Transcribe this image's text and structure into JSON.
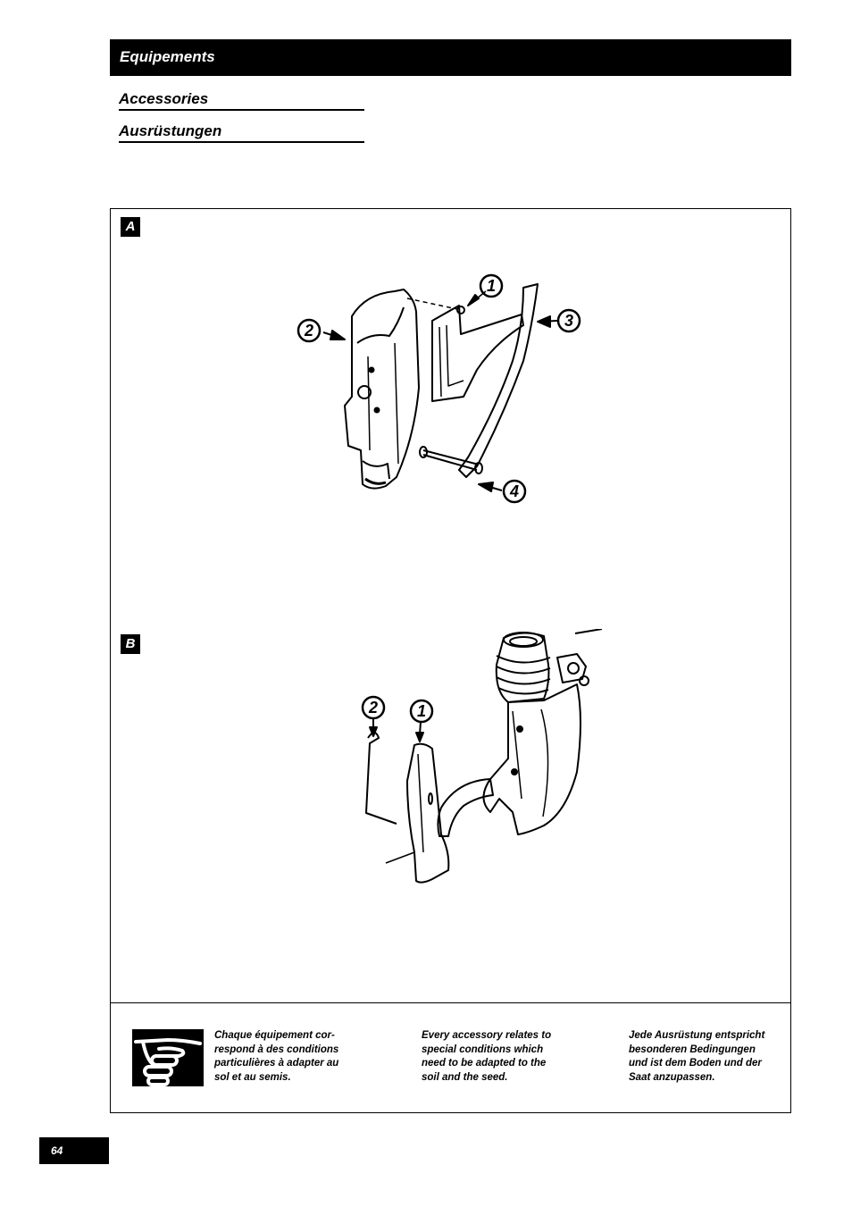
{
  "header": {
    "title": "Equipements"
  },
  "subheadings": [
    "Accessories",
    "Ausrüstungen"
  ],
  "sections": {
    "a": {
      "label": "A",
      "callouts": [
        "1",
        "2",
        "3",
        "4"
      ]
    },
    "b": {
      "label": "B",
      "callouts": [
        "2",
        "1"
      ]
    }
  },
  "note": {
    "icon": "pointing-hand-icon",
    "fr": "Chaque équipement cor-\nrespond à des conditions\nparticulières à adapter au\nsol et au semis.",
    "en": "Every accessory relates to\nspecial conditions which\nneed to be adapted to the\nsoil and the seed.",
    "de": "Jede Ausrüstung entspricht\nbesonderen Bedingungen\nund ist dem Boden und der\nSaat anzupassen."
  },
  "page_number": "64"
}
